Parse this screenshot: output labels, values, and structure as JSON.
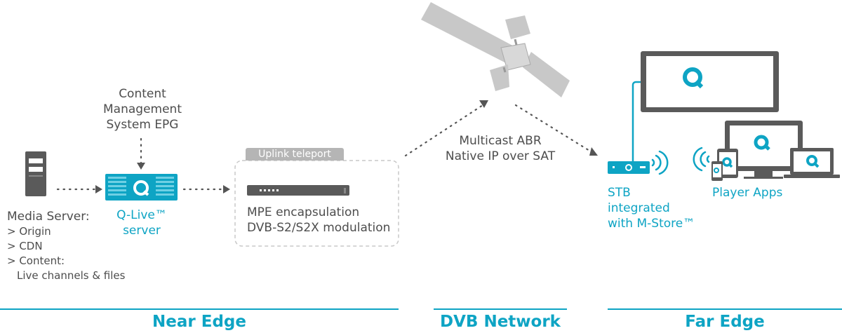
{
  "cms": {
    "line1": "Content",
    "line2": "Management",
    "line3": "System EPG"
  },
  "media_server": {
    "title": "Media Server:",
    "items": [
      "> Origin",
      "> CDN",
      "> Content:",
      "Live channels & files"
    ]
  },
  "qlive": {
    "line1": "Q-Live™",
    "line2": "server"
  },
  "uplink": {
    "tag": "Uplink teleport",
    "line1": "MPE encapsulation",
    "line2": "DVB-S2/S2X modulation"
  },
  "satellite_link": {
    "line1": "Multicast  ABR",
    "line2": "Native IP over SAT"
  },
  "stb": {
    "line1": "STB",
    "line2": "integrated",
    "line3": "with M-Store™"
  },
  "player_apps": {
    "label": "Player Apps"
  },
  "sections": {
    "near_edge": "Near Edge",
    "dvb_network": "DVB Network",
    "far_edge": "Far Edge"
  },
  "colors": {
    "accent": "#0ea4c4",
    "device_gray": "#5a5a5a",
    "satellite_gray": "#c8c8c8"
  }
}
